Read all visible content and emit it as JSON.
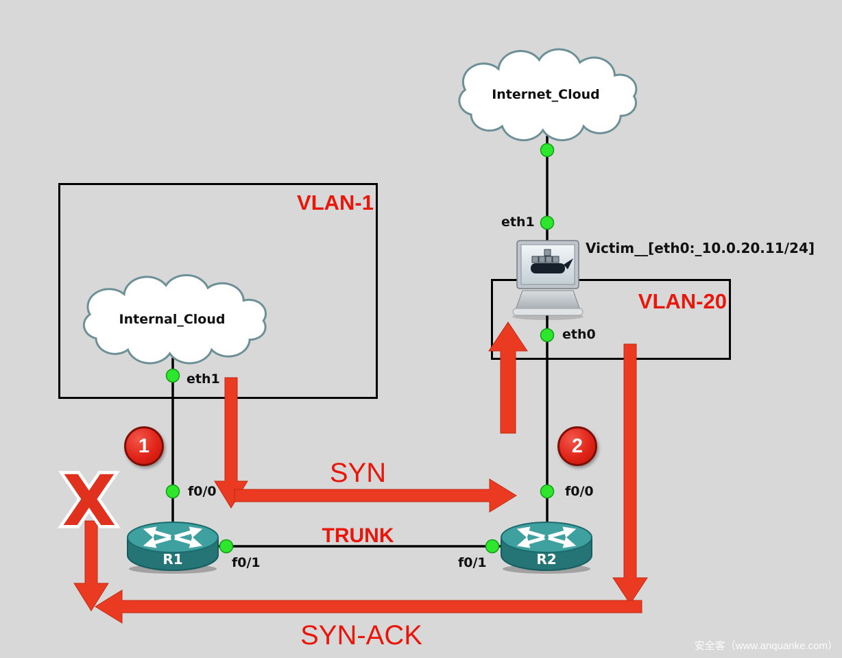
{
  "zones": {
    "vlan1": "VLAN-1",
    "vlan20": "VLAN-20"
  },
  "nodes": {
    "internet_cloud": "Internet_Cloud",
    "internal_cloud": "Internal_Cloud",
    "victim": "Victim__[eth0:_10.0.20.11/24]",
    "r1": "R1",
    "r2": "R2"
  },
  "ports": {
    "internet_eth1": "eth1",
    "victim_eth0": "eth0",
    "internal_eth1": "eth1",
    "r1_f00": "f0/0",
    "r1_f01": "f0/1",
    "r2_f00": "f0/0",
    "r2_f01": "f0/1"
  },
  "annotations": {
    "step1": "1",
    "step2": "2",
    "syn": "SYN",
    "trunk": "TRUNK",
    "syn_ack": "SYN-ACK",
    "blocked_x": "X"
  },
  "watermark": "安全客（www.anquanke.com）",
  "colors": {
    "background": "#d8d8d8",
    "label_red": "#e8170b",
    "arrow_red": "#ea3b22",
    "badge_red": "#e02418",
    "port_green": "#2ee62e",
    "router_teal": "#257476",
    "cloud_stroke": "#6d9097"
  }
}
